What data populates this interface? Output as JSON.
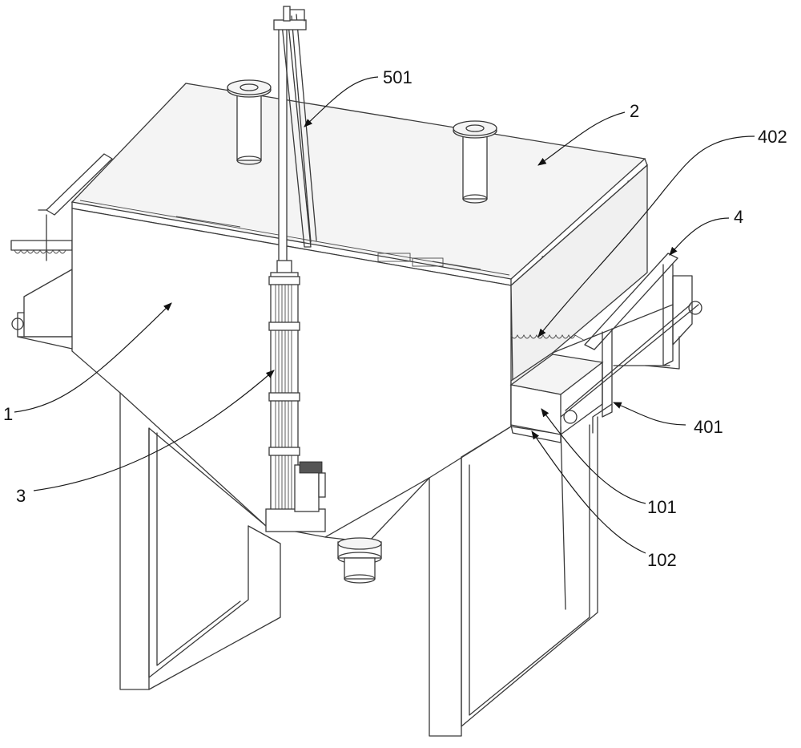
{
  "labels": {
    "l1": "1",
    "l2": "2",
    "l3": "3",
    "l4": "4",
    "l101": "101",
    "l102": "102",
    "l401": "401",
    "l402": "402",
    "l501": "501"
  },
  "colors": {
    "line": "#3a3a3a",
    "background": "#ffffff"
  }
}
